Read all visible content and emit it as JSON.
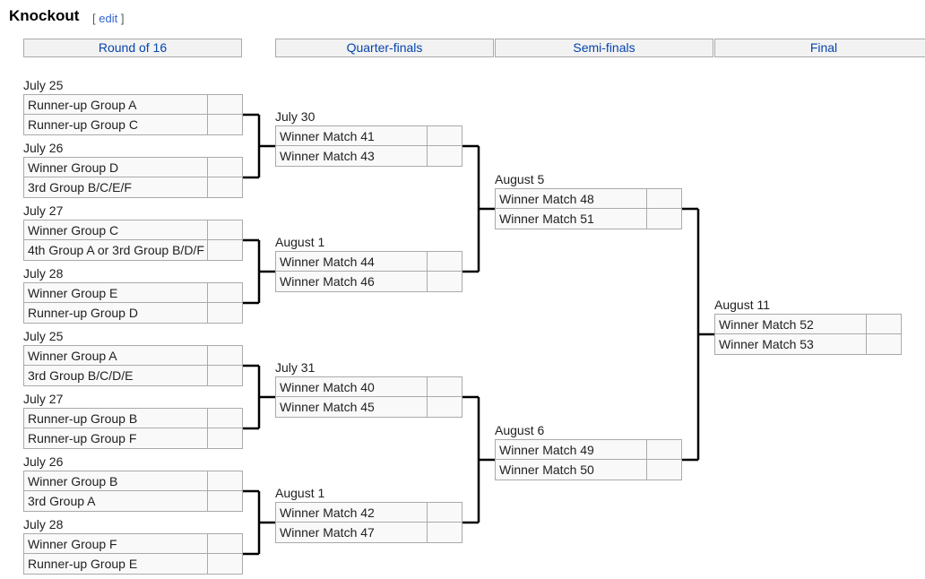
{
  "section": {
    "title": "Knockout",
    "edit_open": "[",
    "edit_label": "edit",
    "edit_close": "]"
  },
  "rounds": [
    {
      "label": "Round of 16"
    },
    {
      "label": "Quarter-finals"
    },
    {
      "label": "Semi-finals"
    },
    {
      "label": "Final"
    }
  ],
  "round_of_16": [
    {
      "date": "July 25",
      "team1": "Runner-up Group A",
      "team2": "Runner-up Group C",
      "score1": "",
      "score2": ""
    },
    {
      "date": "July 26",
      "team1": "Winner Group D",
      "team2": "3rd Group B/C/E/F",
      "score1": "",
      "score2": ""
    },
    {
      "date": "July 27",
      "team1": "Winner Group C",
      "team2": "4th Group A or 3rd Group B/D/F",
      "score1": "",
      "score2": ""
    },
    {
      "date": "July 28",
      "team1": "Winner Group E",
      "team2": "Runner-up Group D",
      "score1": "",
      "score2": ""
    },
    {
      "date": "July 25",
      "team1": "Winner Group A",
      "team2": "3rd Group B/C/D/E",
      "score1": "",
      "score2": ""
    },
    {
      "date": "July 27",
      "team1": "Runner-up Group B",
      "team2": "Runner-up Group F",
      "score1": "",
      "score2": ""
    },
    {
      "date": "July 26",
      "team1": "Winner Group B",
      "team2": "3rd Group A",
      "score1": "",
      "score2": ""
    },
    {
      "date": "July 28",
      "team1": "Winner Group F",
      "team2": "Runner-up Group E",
      "score1": "",
      "score2": ""
    }
  ],
  "quarter_finals": [
    {
      "date": "July 30",
      "team1": "Winner Match 41",
      "team2": "Winner Match 43",
      "score1": "",
      "score2": ""
    },
    {
      "date": "August 1",
      "team1": "Winner Match 44",
      "team2": "Winner Match 46",
      "score1": "",
      "score2": ""
    },
    {
      "date": "July 31",
      "team1": "Winner Match 40",
      "team2": "Winner Match 45",
      "score1": "",
      "score2": ""
    },
    {
      "date": "August 1",
      "team1": "Winner Match 42",
      "team2": "Winner Match 47",
      "score1": "",
      "score2": ""
    }
  ],
  "semi_finals": [
    {
      "date": "August 5",
      "team1": "Winner Match 48",
      "team2": "Winner Match 51",
      "score1": "",
      "score2": ""
    },
    {
      "date": "August 6",
      "team1": "Winner Match 49",
      "team2": "Winner Match 50",
      "score1": "",
      "score2": ""
    }
  ],
  "final": [
    {
      "date": "August 11",
      "team1": "Winner Match 52",
      "team2": "Winner Match 53",
      "score1": "",
      "score2": ""
    }
  ]
}
